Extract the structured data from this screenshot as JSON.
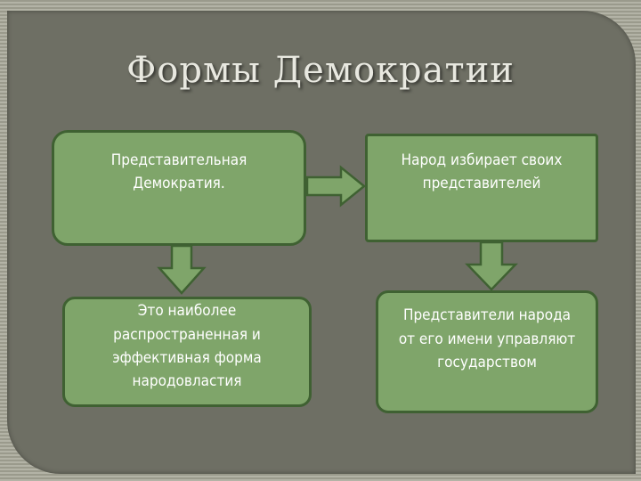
{
  "title": "Формы Демократии",
  "boxes": {
    "representative": "Представительная\nДемократия.",
    "people_elect": "Народ избирает своих\nпредставителей",
    "definition": "Это наиболее\nраспространенная и\nэффективная форма\nнародовластия",
    "representatives_govern": "Представители народа\nот его имени управляют\nгосударством"
  }
}
